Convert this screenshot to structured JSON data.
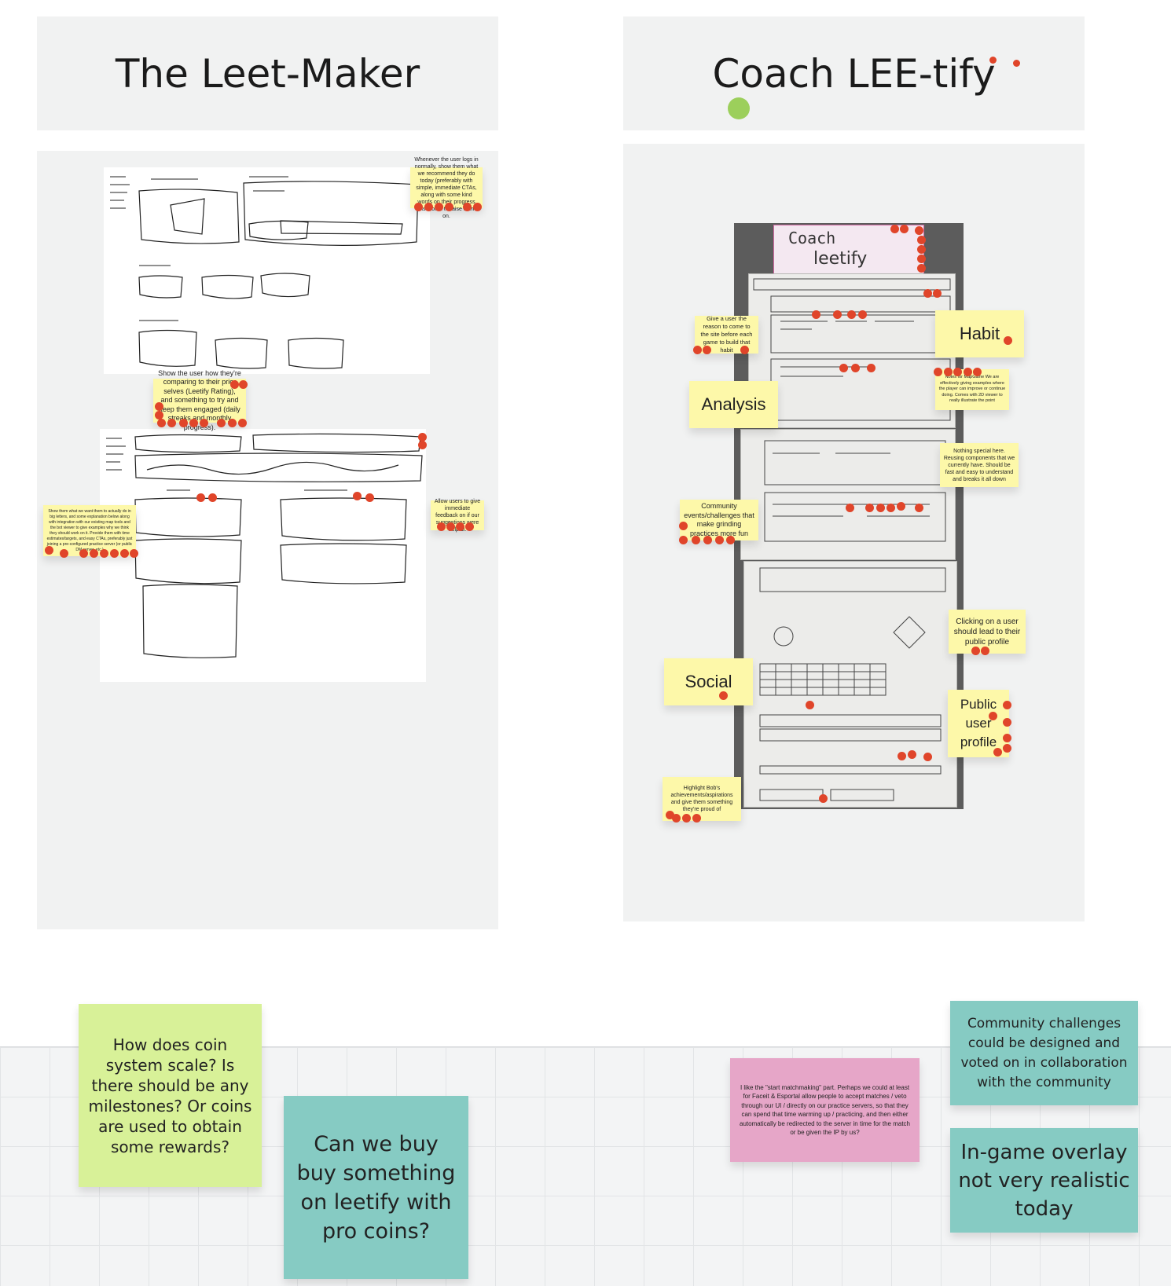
{
  "frames": {
    "left_title": "The Leet-Maker",
    "right_title": "Coach LEE-tify"
  },
  "sketch_texts": {
    "title": "Coach",
    "brand": "leetify"
  },
  "notes": {
    "left_top": "Whenever the user logs in normally, show them what we recommend they do today (preferably with simple, immediate CTAs, along with some kind words on their progress this month to raise them on.",
    "left_middle": "Show the user how they're comparing to their prior selves (Leetify Rating), and something to try and keep them engaged (daily streaks and monthly progress).",
    "left_bottom_left": "Show them what we want them to actually do in big letters, and some explanation below along with integration with our existing map tools and the bot viewer to give examples why we think they should work on it. Provide them with time estimates/targets, and easy CTAs, preferably just joining a pre-configured practice server (or public DM server, etc.)",
    "left_bottom_right": "Allow users to give immediate feedback on if our suggestions were helpful.",
    "reason": "Give a user the reason to come to the site before each game to build that habit",
    "habit": "Habit",
    "analysis": "Analysis",
    "mapgame": "Notes for MapGame We are effectively giving examples where the player can improve or continue doing. Comes with 2D viewer to really illustrate the point",
    "nothing_special": "Nothing special here. Reusing components that we currently have. Should be fast and easy to understand and breaks it all down",
    "community": "Community events/challenges that make grinding practices more fun",
    "clicking": "Clicking on a user should lead to their public profile",
    "social": "Social",
    "public_profile": "Public user profile",
    "highlight": "Highlight Bob's achievements/aspirations and give them something they're proud of",
    "coin": "How does coin system scale? Is there should be any milestones? Or coins are used to obtain some rewards?",
    "buy": "Can we buy buy something on leetify with pro coins?",
    "matchmaking": "I like the \"start matchmaking\" part. Perhaps we could at least for Faceit & Esportal allow people to accept matches / veto through our UI / directly on our practice servers, so that they can spend that time warming up / practicing, and then either automatically be redirected to the server in time for the match or be given the IP by us?",
    "community_challenges": "Community challenges could be designed and voted on in collaboration with the community",
    "overlay": "In-game overlay not very realistic today"
  },
  "colors": {
    "yellow": "#fdf8a9",
    "lime": "#d8f198",
    "teal": "#86cbc3",
    "pink": "#e6a6c8",
    "vote_dot": "#e0452a",
    "presence_dot": "#9ccf5b"
  }
}
